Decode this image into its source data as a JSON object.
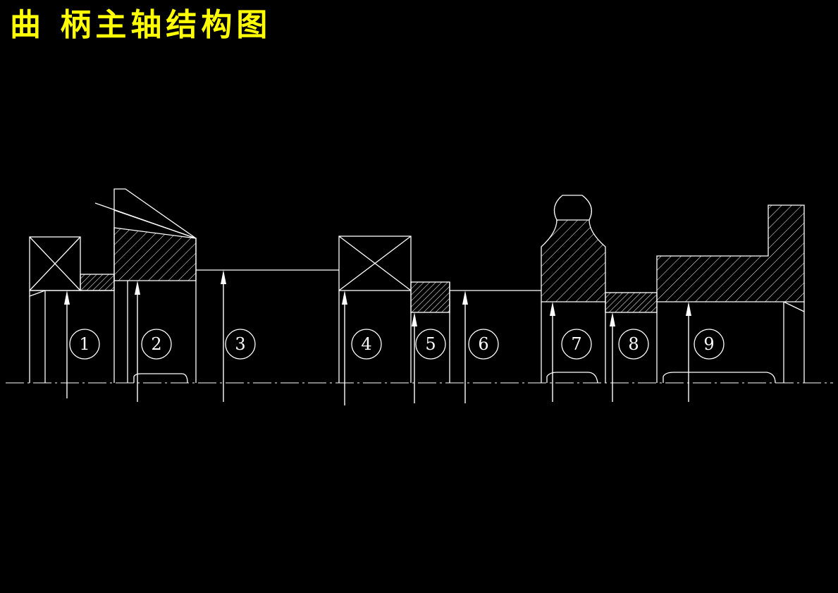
{
  "title": "曲 柄主轴结构图",
  "colors": {
    "background": "#000000",
    "title": "#ffff00",
    "lines": "#ffffff"
  },
  "sections": [
    {
      "label": "1"
    },
    {
      "label": "2"
    },
    {
      "label": "3"
    },
    {
      "label": "4"
    },
    {
      "label": "5"
    },
    {
      "label": "6"
    },
    {
      "label": "7"
    },
    {
      "label": "8"
    },
    {
      "label": "9"
    }
  ]
}
